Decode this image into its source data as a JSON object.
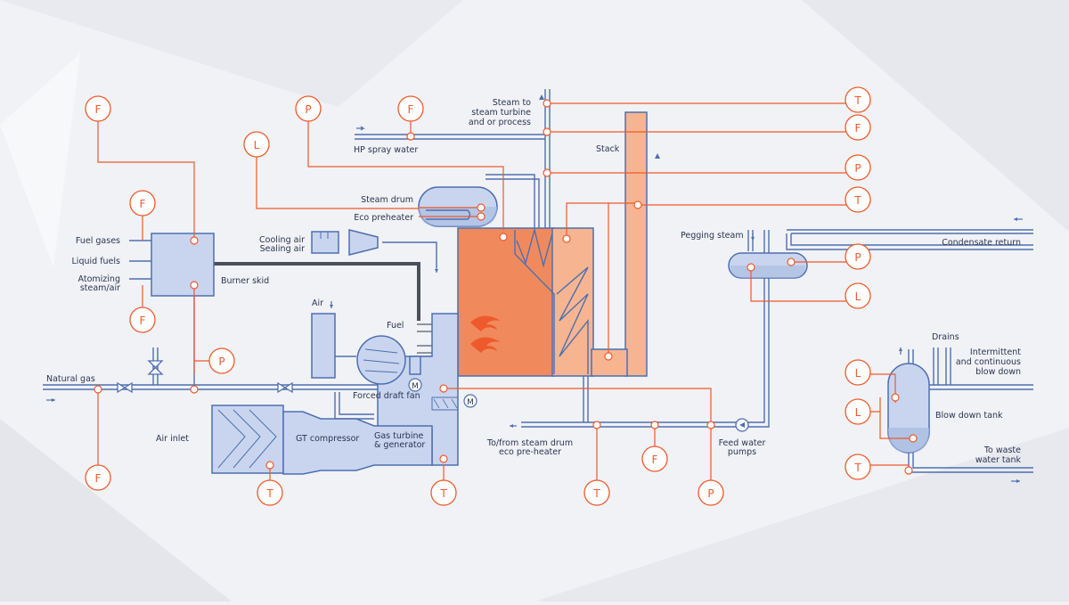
{
  "colors": {
    "pipe": "#4d6fb0",
    "signal": "#ee5a2c",
    "equipment": "#c9d5ef",
    "furnace": "#f08a5d",
    "stack": "#f6b590"
  },
  "labels": {
    "steam_to": [
      "Steam to",
      "steam turbine",
      "and or process"
    ],
    "hp_spray": "HP spray water",
    "stack": "Stack",
    "steam_drum": "Steam drum",
    "eco_preheater": "Eco preheater",
    "cooling_air": [
      "Cooling air",
      "Sealing air"
    ],
    "fuel_gases": "Fuel gases",
    "liquid_fuels": "Liquid fuels",
    "atomizing": [
      "Atomizing",
      "steam/air"
    ],
    "burner_skid": "Burner skid",
    "air": "Air",
    "fuel": "Fuel",
    "natural_gas": "Natural gas",
    "forced_draft_fan": "Forced draft fan",
    "air_inlet": "Air inlet",
    "gt_compressor": "GT compressor",
    "gas_turbine": [
      "Gas turbine",
      "& generator"
    ],
    "to_from": [
      "To/from steam drum",
      "eco pre-heater"
    ],
    "feed_water": [
      "Feed water",
      "pumps"
    ],
    "pegging_steam": "Pegging steam",
    "condensate_return": "Condensate return",
    "drains": "Drains",
    "intermittent": [
      "Intermittent",
      "and continuous",
      "blow down"
    ],
    "blow_down_tank": "Blow down tank",
    "to_waste": [
      "To waste",
      "water tank"
    ],
    "motor": "M"
  },
  "instruments": {
    "f_top_left": "F",
    "f_burner_up": "F",
    "f_burner_down": "F",
    "f_natural_gas": "F",
    "p_burner": "P",
    "t_compressor": "T",
    "t_turbine": "T",
    "p_drum": "P",
    "f_spray": "F",
    "l_drum": "L",
    "t_steam": "T",
    "f_steam": "F",
    "p_steam": "P",
    "t_stack": "T",
    "t_eco": "T",
    "f_feed": "F",
    "p_feed": "P",
    "p_pegging": "P",
    "l_pegging": "L",
    "l_blow1": "L",
    "l_blow2": "L",
    "t_blow": "T"
  }
}
